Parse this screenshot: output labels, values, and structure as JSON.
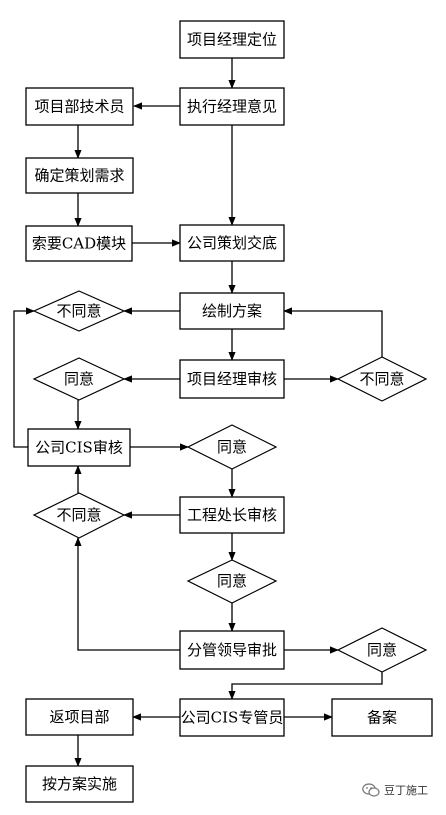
{
  "nodes": {
    "pm_position": "项目经理定位",
    "exec_pm_opinion": "执行经理意见",
    "tech_staff": "项目部技术员",
    "planning_needs": "确定策划需求",
    "cad_module": "索要CAD模块",
    "company_briefing": "公司策划交底",
    "draw_plan": "绘制方案",
    "pm_review": "项目经理审核",
    "company_cis_review": "公司CIS审核",
    "dept_head_review": "工程处长审核",
    "manager_approval": "分管领导审批",
    "cis_officer": "公司CIS专管员",
    "return_dept": "返项目部",
    "filing": "备案",
    "implement": "按方案实施"
  },
  "decisions": {
    "disagree_top": "不同意",
    "agree_pm_left": "同意",
    "disagree_pm_right": "不同意",
    "agree_cis": "同意",
    "disagree_dept": "不同意",
    "agree_dept": "同意",
    "agree_approval": "同意"
  },
  "watermark": {
    "text": "豆丁施工"
  }
}
